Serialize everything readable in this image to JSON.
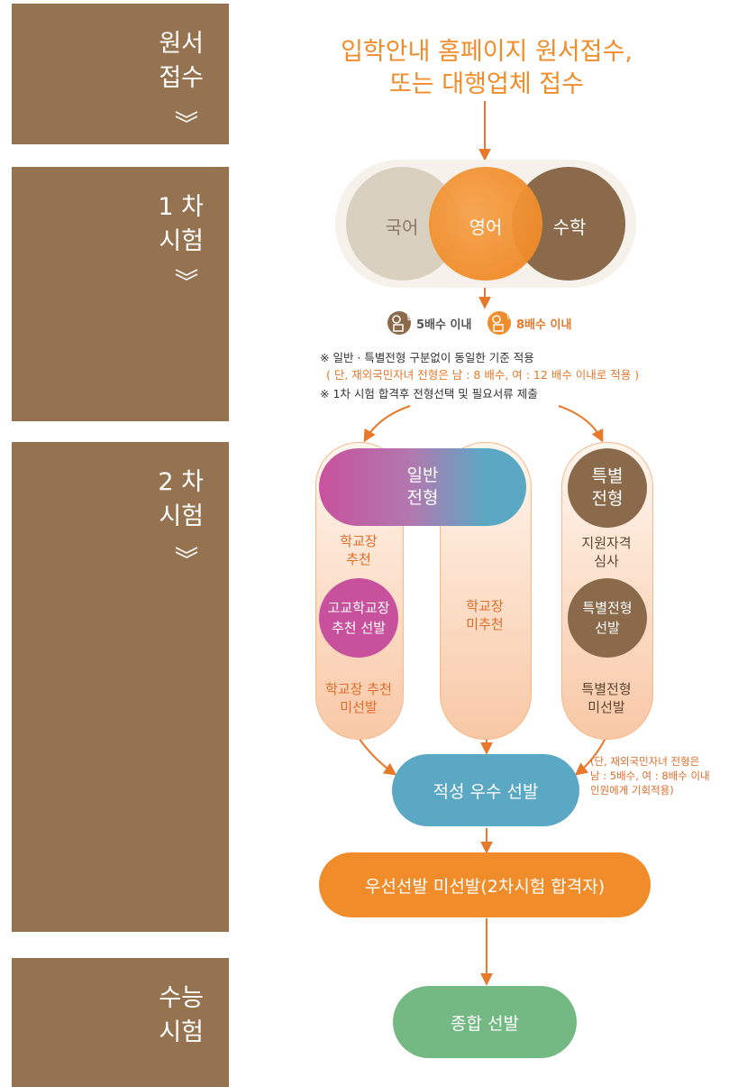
{
  "stages": [
    {
      "label": "원서\n접수"
    },
    {
      "label": "1 차\n시험"
    },
    {
      "label": "2 차\n시험"
    },
    {
      "label": "수능\n시험"
    }
  ],
  "headline": "입학안내 홈페이지 원서접수,\n또는 대행업체 접수",
  "subjects": [
    "국어",
    "영어",
    "수학"
  ],
  "quotas": {
    "male_symbol": "남",
    "male_text": "5배수 이내",
    "female_symbol": "여",
    "female_text": "8배수 이내"
  },
  "notes": [
    "※ 일반 · 특별전형 구분없이 동일한 기준 적용",
    "( 단, 재외국민자녀 전형은 남 : 8 배수, 여 : 12 배수 이내로 적용 )",
    "※ 1차 시험 합격후 전형선택 및 필요서류 제출"
  ],
  "general_track": {
    "title": "일반\n전형",
    "recommended_label": "학교장\n추천",
    "recommended_circle": "고교학교장\n추천 선발",
    "not_selected_label": "학교장 추천\n미선발",
    "not_recommended_label": "학교장\n미추천"
  },
  "special_track": {
    "title": "특별\n전형",
    "review_label": "지원자격\n심사",
    "selection_circle": "특별전형\n선발",
    "not_selected_label": "특별전형\n미선발"
  },
  "aptitude": {
    "label": "적성 우수 선발",
    "note": "(단, 재외국민자녀 전형은\n남 : 5배수, 여 : 8배수 이내\n인원에게 기회적용)"
  },
  "final_pool": "우선선발 미선발(2차시험 합격자)",
  "comprehensive": "종합 선발",
  "colors": {
    "stage_bg": "#957350",
    "orange": "#f08c2a",
    "brown": "#8a6a4a",
    "teal": "#5ba8c4",
    "magenta": "#c8519e",
    "green": "#74b884",
    "beige": "#d9d0bf"
  }
}
